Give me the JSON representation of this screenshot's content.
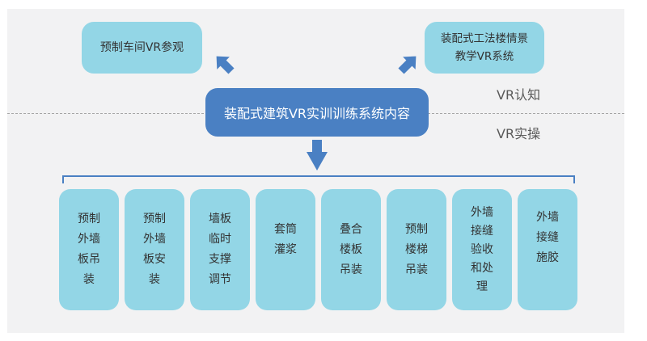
{
  "center": {
    "title": "装配式建筑VR实训训练系统内容"
  },
  "top_left": {
    "label": "预制车间VR参观"
  },
  "top_right": {
    "label": "装配式工法楼情景\n教学VR系统"
  },
  "sections": {
    "upper": "VR认知",
    "lower": "VR实操"
  },
  "cards": [
    {
      "label": "预制外墙板吊装"
    },
    {
      "label": "预制外墙板安装"
    },
    {
      "label": "墙板临时支撑调节"
    },
    {
      "label": "套筒灌浆"
    },
    {
      "label": "叠合楼板吊装"
    },
    {
      "label": "预制楼梯吊装"
    },
    {
      "label": "外墙接缝验收和处理"
    },
    {
      "label": "外墙接缝施胶"
    }
  ],
  "colors": {
    "primary": "#4a80c3",
    "secondary": "#93d6e6",
    "background": "#f2f2f3"
  }
}
